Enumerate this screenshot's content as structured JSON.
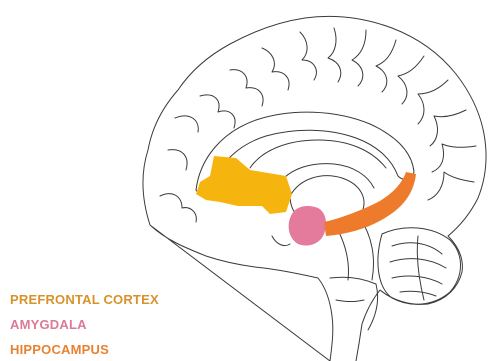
{
  "legend": {
    "items": [
      {
        "label": "PREFRONTAL CORTEX",
        "color": "#D9922B"
      },
      {
        "label": "AMYGDALA",
        "color": "#DB7A96"
      },
      {
        "label": "HIPPOCAMPUS",
        "color": "#E98230"
      }
    ]
  },
  "regions": {
    "prefrontal_cortex": {
      "fill": "#F6B40F"
    },
    "amygdala": {
      "fill": "#E47A9C"
    },
    "hippocampus": {
      "fill": "#EE7A2C"
    }
  },
  "outline_color": "#3a3a3a"
}
